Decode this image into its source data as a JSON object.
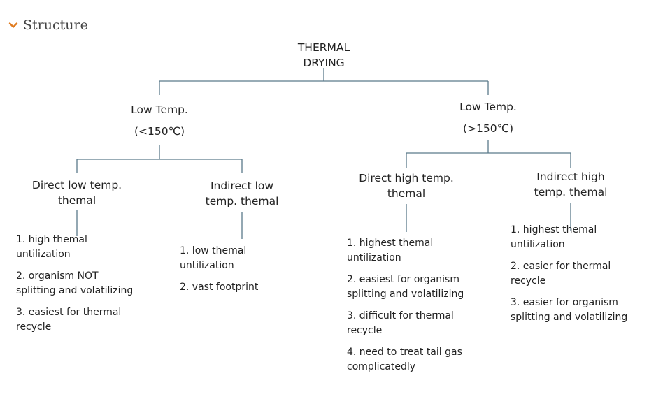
{
  "section": {
    "title": "Structure",
    "icon": "chevron-down-icon",
    "accent_color": "#e07b1f"
  },
  "diagram": {
    "root": {
      "lines": [
        "THERMAL",
        "DRYING"
      ]
    },
    "branches": [
      {
        "lines": [
          "Low Temp.",
          "(<150℃)"
        ],
        "children": [
          {
            "lines": [
              "Direct low temp.",
              "themal"
            ],
            "items": [
              [
                "1. high themal",
                "untilization"
              ],
              [
                "2. organism NOT",
                "splitting and volatilizing"
              ],
              [
                "3. easiest for thermal",
                "recycle"
              ]
            ]
          },
          {
            "lines": [
              "Indirect low",
              "temp. themal"
            ],
            "items": [
              [
                "1. low themal",
                "untilization"
              ],
              [
                "2. vast footprint"
              ]
            ]
          }
        ]
      },
      {
        "lines": [
          "Low Temp.",
          "(>150℃)"
        ],
        "children": [
          {
            "lines": [
              "Direct high temp.",
              "themal"
            ],
            "items": [
              [
                "1. highest themal",
                "untilization"
              ],
              [
                "2. easiest for organism",
                "splitting and volatilizing"
              ],
              [
                "3. difficult for thermal",
                "recycle"
              ],
              [
                "4. need to treat tail gas",
                "complicatedly"
              ]
            ]
          },
          {
            "lines": [
              "Indirect high",
              "temp. themal"
            ],
            "items": [
              [
                "1. highest themal",
                "untilization"
              ],
              [
                "2. easier for thermal",
                "recycle"
              ],
              [
                "3. easier for organism",
                "splitting and volatilizing"
              ]
            ]
          }
        ]
      }
    ],
    "line_color": "#5a7a8a"
  }
}
